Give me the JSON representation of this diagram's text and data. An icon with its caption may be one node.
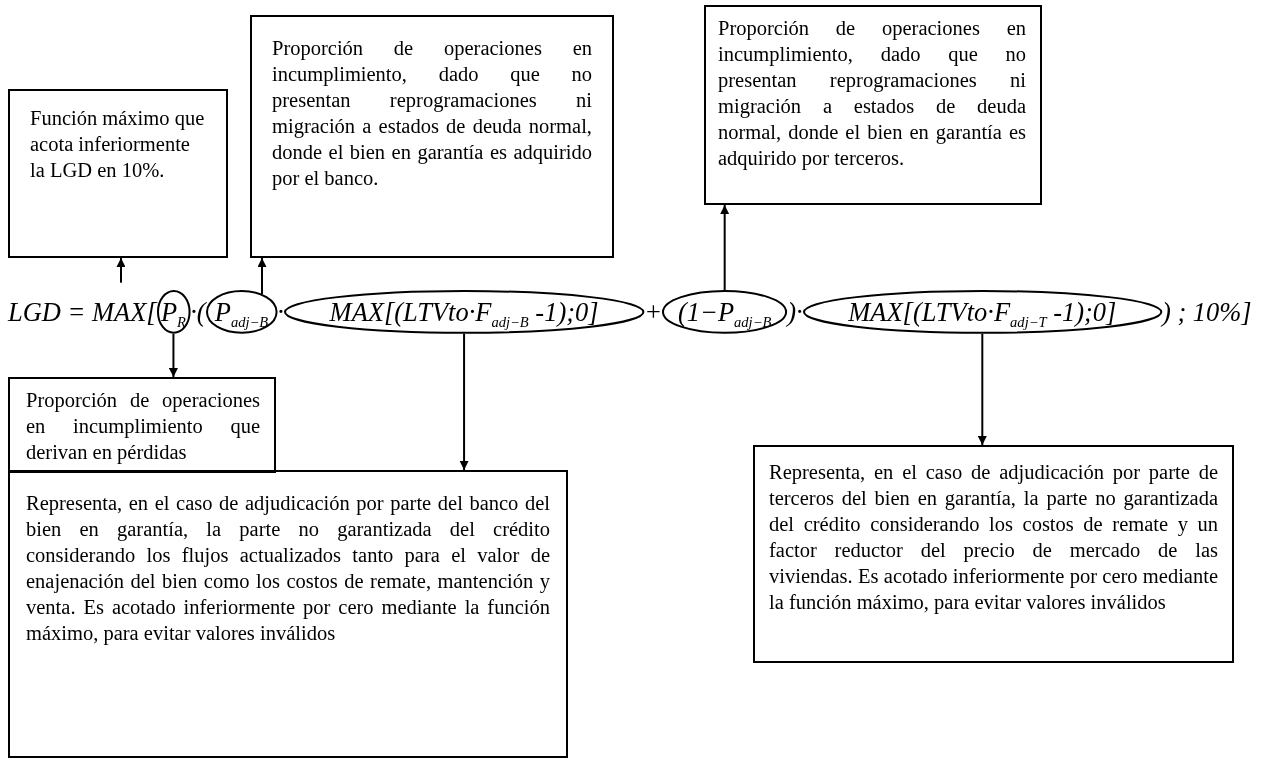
{
  "diagram": {
    "nodes": [
      {
        "text": [
          "Función máximo que acota inferiormente la LGD en 10%."
        ]
      },
      {
        "text": [
          "Proporción de operaciones en incumplimiento, dado que no presentan reprogramaciones ni migración a estados de deuda normal, donde el bien en garantía es adquirido por el banco."
        ]
      },
      {
        "text": [
          "Proporción de operaciones en incumplimiento, dado que no presentan reprogramaciones ni migración a estados de deuda normal, donde el bien en garantía es adquirido por terceros."
        ]
      },
      {
        "text": [
          "P$_{R}$"
        ]
      },
      {
        "text": [
          "P$_{adj−B}$"
        ]
      },
      {
        "text": [
          "MAX[(LTVto·F$_{adj−B}$ -1);0]"
        ]
      },
      {
        "text": [
          "(1−P$_{adj−B}$"
        ]
      },
      {
        "text": [
          "MAX[(LTVto·F$_{adj−T}$ -1);0]"
        ]
      },
      {
        "text": [
          "Proporción de operaciones en incumplimiento que derivan en pérdidas"
        ]
      },
      {
        "text": [
          "Representa, en el caso de adjudicación por parte del banco del bien en garantía, la parte no garantizada del crédito considerando los flujos actualizados tanto para el valor de enajenación del bien como los costos de remate, mantención y venta. Es acotado inferiormente por cero mediante la función máximo, para evitar valores inválidos"
        ]
      },
      {
        "text": [
          "Representa, en el caso de adjudicación por parte de terceros del bien en garantía, la parte no garantizada del crédito considerando los costos de remate y un factor reductor del precio de mercado de las viviendas. Es acotado inferiormente por cero mediante la función máximo, para evitar valores inválidos"
        ]
      }
    ],
    "edges": [
      {
        "from": null,
        "to": 0,
        "arrow": "to"
      },
      {
        "from": 4,
        "to": 1,
        "arrow": "to"
      },
      {
        "from": 6,
        "to": 2,
        "arrow": "to"
      },
      {
        "from": 3,
        "to": 8,
        "arrow": "to"
      },
      {
        "from": 5,
        "to": 9,
        "arrow": "to"
      },
      {
        "from": 7,
        "to": 10,
        "arrow": "to"
      }
    ],
    "labels": [
      "LGD = MAX[",
      "·(",
      "·",
      "+",
      ")·",
      ") ; 10%]"
    ]
  }
}
